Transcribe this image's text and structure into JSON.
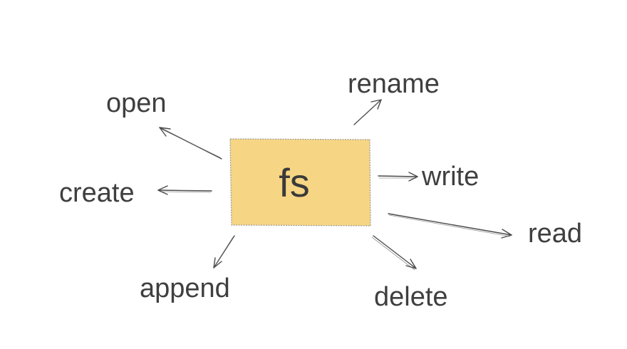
{
  "center": {
    "label": "fs",
    "fill": "#f6d584",
    "border": "#9a9a9a"
  },
  "nodes": [
    {
      "id": "open",
      "label": "open"
    },
    {
      "id": "create",
      "label": "create"
    },
    {
      "id": "append",
      "label": "append"
    },
    {
      "id": "rename",
      "label": "rename"
    },
    {
      "id": "write",
      "label": "write"
    },
    {
      "id": "read",
      "label": "read"
    },
    {
      "id": "delete",
      "label": "delete"
    }
  ],
  "colors": {
    "text": "#3f3f3f",
    "arrow": "#4a4a4a",
    "background": "#ffffff"
  }
}
